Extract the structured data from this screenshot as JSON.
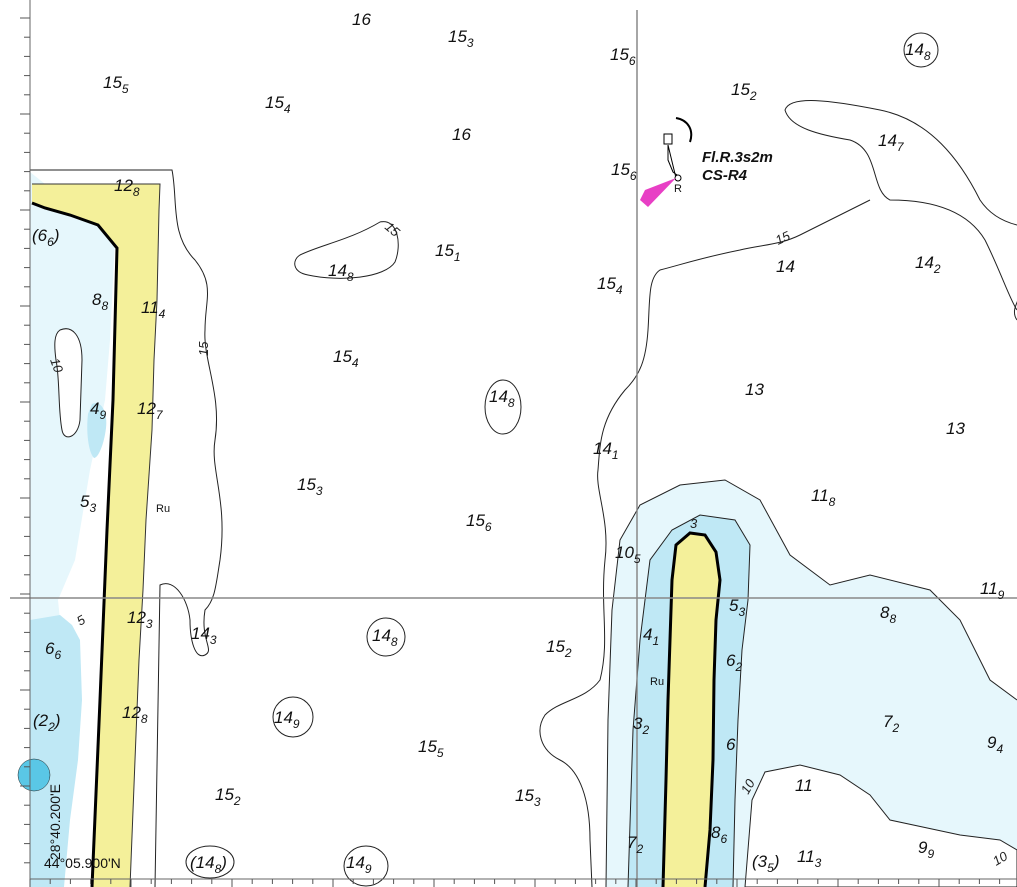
{
  "colors": {
    "land": "#f4f09a",
    "shallow": "#bfe8f5",
    "medium": "#e6f7fc",
    "deep": "#ffffff",
    "coast": "#000000",
    "light_flare": "#e83fc5"
  },
  "light": {
    "characteristic": "Fl.R.3s2m",
    "name": "CS-R4",
    "color_letter": "R"
  },
  "coordinates": {
    "latitude": "44°05.900'N",
    "longitude": "28°40.200'E"
  },
  "seabed_labels": [
    "Ru",
    "Ru"
  ],
  "contour_labels": [
    "15",
    "15",
    "15",
    "10",
    "5",
    "3",
    "10",
    "10"
  ],
  "soundings": [
    {
      "m": "16",
      "d": ""
    },
    {
      "m": "15",
      "d": "3"
    },
    {
      "m": "15",
      "d": "6"
    },
    {
      "m": "14",
      "d": "8"
    },
    {
      "m": "15",
      "d": "5"
    },
    {
      "m": "15",
      "d": "4"
    },
    {
      "m": "16",
      "d": ""
    },
    {
      "m": "15",
      "d": "2"
    },
    {
      "m": "14",
      "d": "7"
    },
    {
      "m": "15",
      "d": "6"
    },
    {
      "m": "12",
      "d": "8"
    },
    {
      "m": "6",
      "d": "6"
    },
    {
      "m": "14",
      "d": "8"
    },
    {
      "m": "15",
      "d": "1"
    },
    {
      "m": "15",
      "d": "4"
    },
    {
      "m": "14",
      "d": ""
    },
    {
      "m": "14",
      "d": "2"
    },
    {
      "m": "8",
      "d": "8"
    },
    {
      "m": "11",
      "d": "4"
    },
    {
      "m": "15",
      "d": "4"
    },
    {
      "m": "13",
      "d": ""
    },
    {
      "m": "14",
      "d": "8"
    },
    {
      "m": "4",
      "d": "9"
    },
    {
      "m": "12",
      "d": "7"
    },
    {
      "m": "13",
      "d": ""
    },
    {
      "m": "14",
      "d": "1"
    },
    {
      "m": "11",
      "d": "8"
    },
    {
      "m": "5",
      "d": "3"
    },
    {
      "m": "15",
      "d": "3"
    },
    {
      "m": "15",
      "d": "6"
    },
    {
      "m": "10",
      "d": "5"
    },
    {
      "m": "11",
      "d": "9"
    },
    {
      "m": "5",
      "d": "3"
    },
    {
      "m": "8",
      "d": "8"
    },
    {
      "m": "12",
      "d": "3"
    },
    {
      "m": "14",
      "d": "3"
    },
    {
      "m": "14",
      "d": "8"
    },
    {
      "m": "15",
      "d": "2"
    },
    {
      "m": "4",
      "d": "1"
    },
    {
      "m": "6",
      "d": "6"
    },
    {
      "m": "6",
      "d": "2"
    },
    {
      "m": "2",
      "d": "2"
    },
    {
      "m": "12",
      "d": "8"
    },
    {
      "m": "14",
      "d": "9"
    },
    {
      "m": "15",
      "d": "5"
    },
    {
      "m": "3",
      "d": "2"
    },
    {
      "m": "6",
      "d": ""
    },
    {
      "m": "7",
      "d": "2"
    },
    {
      "m": "9",
      "d": "4"
    },
    {
      "m": "15",
      "d": "2"
    },
    {
      "m": "15",
      "d": "3"
    },
    {
      "m": "11",
      "d": ""
    },
    {
      "m": "8",
      "d": "6"
    },
    {
      "m": "9",
      "d": "9"
    },
    {
      "m": "7",
      "d": "2"
    },
    {
      "m": "14",
      "d": "8"
    },
    {
      "m": "14",
      "d": "9"
    },
    {
      "m": "3",
      "d": "5"
    },
    {
      "m": "11",
      "d": "3"
    }
  ]
}
